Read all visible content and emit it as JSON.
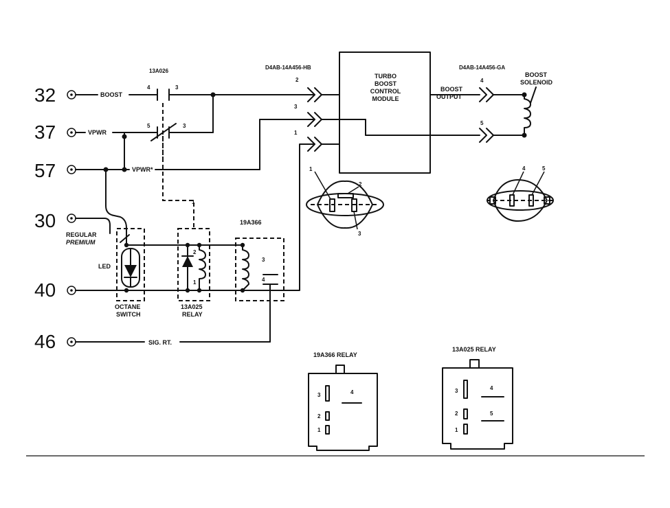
{
  "terminals": [
    {
      "number": "32",
      "signal": "BOOST"
    },
    {
      "number": "37",
      "signal": "VPWR"
    },
    {
      "number": "57",
      "signal": "VPWR*"
    },
    {
      "number": "30",
      "signal": "REGULAR",
      "signal2": "PREMIUM"
    },
    {
      "number": "40",
      "signal": ""
    },
    {
      "number": "46",
      "signal": "SIG. RT."
    }
  ],
  "relay_13a026": {
    "label": "13A026",
    "pins": [
      "4",
      "3",
      "5",
      "3"
    ]
  },
  "connector_left": {
    "part_number": "D4AB-14A456-HB",
    "pins": [
      "2",
      "3",
      "1"
    ]
  },
  "module": {
    "line1": "TURBO",
    "line2": "BOOST",
    "line3": "CONTROL",
    "line4": "MODULE"
  },
  "boost_output": {
    "line1": "BOOST",
    "line2": "OUTPUT"
  },
  "connector_right": {
    "part_number": "D4AB-14A456-GA",
    "pins": [
      "4",
      "5"
    ]
  },
  "boost_solenoid": {
    "line1": "BOOST",
    "line2": "SOLENOID"
  },
  "octane_switch": {
    "led_label": "LED",
    "line1": "OCTANE",
    "line2": "SWITCH"
  },
  "relay_13a025": {
    "line1": "13A025",
    "line2": "RELAY",
    "pins": [
      "2",
      "1"
    ],
    "link_pin": "1"
  },
  "relay_19a366": {
    "label": "19A366",
    "pins": [
      "3",
      "4"
    ]
  },
  "round_connector_left": {
    "pins": [
      "1",
      "2",
      "3"
    ]
  },
  "round_connector_right": {
    "pins": [
      "4",
      "5"
    ]
  },
  "relay_19a366_footprint": {
    "title": "19A366 RELAY",
    "pins": [
      "3",
      "4",
      "2",
      "1"
    ]
  },
  "relay_13a025_footprint": {
    "title": "13A025 RELAY",
    "pins": [
      "3",
      "4",
      "2",
      "5",
      "1"
    ]
  }
}
